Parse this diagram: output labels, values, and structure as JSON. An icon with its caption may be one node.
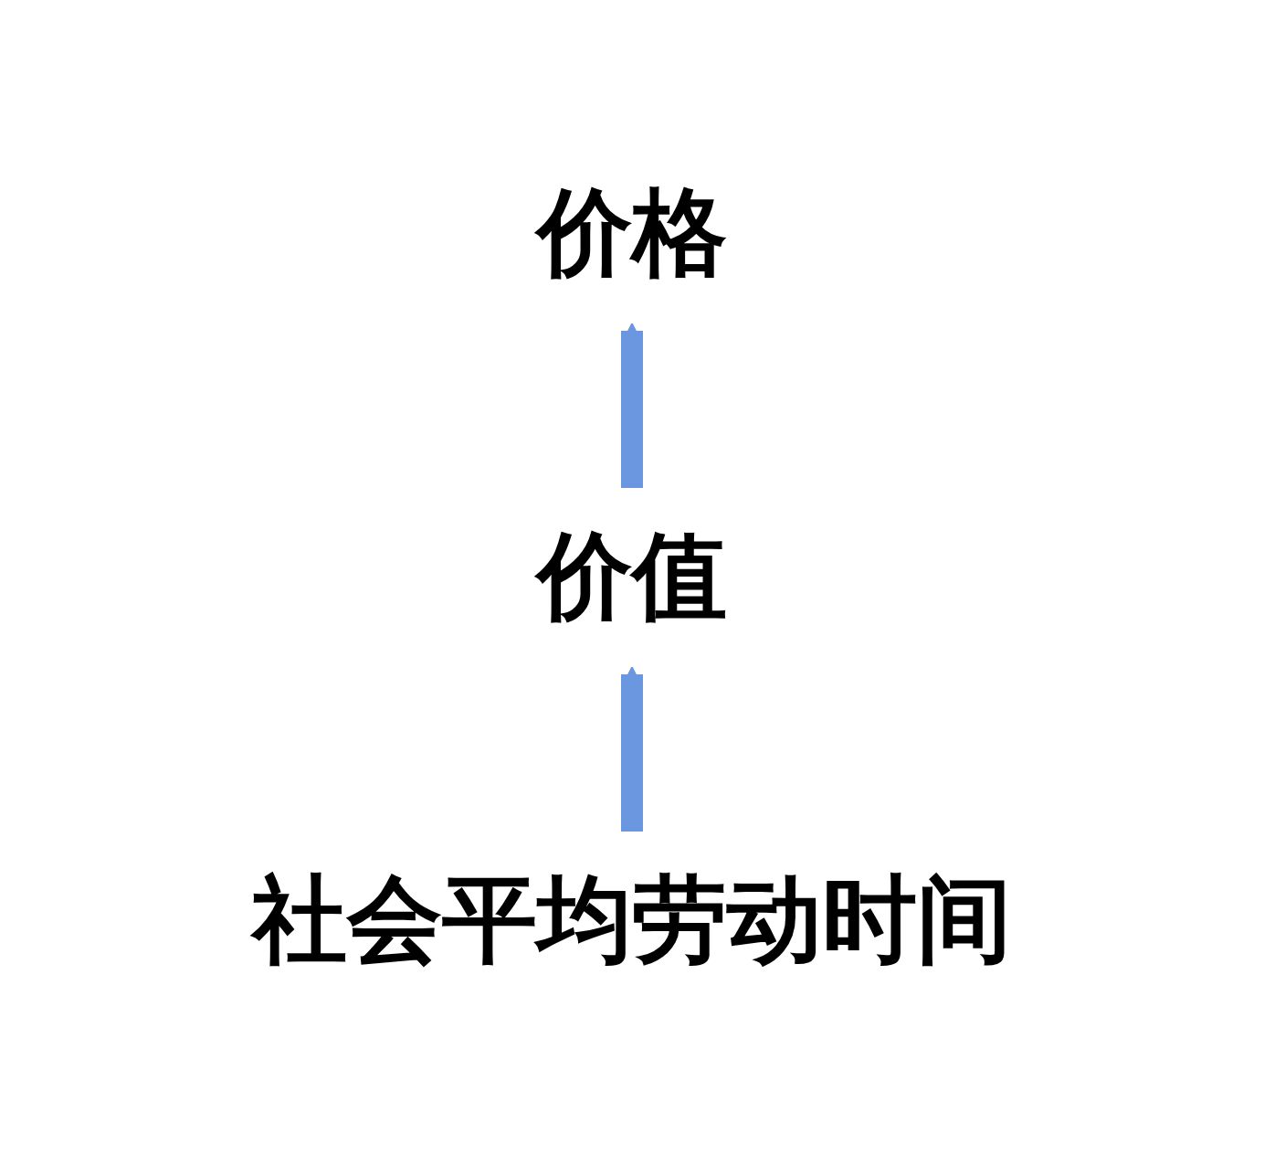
{
  "diagram": {
    "nodes": [
      {
        "text": [
          "价格"
        ]
      },
      {
        "text": [
          "价值"
        ]
      },
      {
        "text": [
          "社会平均劳动时间"
        ]
      }
    ],
    "edges": [
      {
        "from": 2,
        "to": 1,
        "arrow": "to"
      },
      {
        "from": 1,
        "to": 0,
        "arrow": "to"
      }
    ]
  }
}
